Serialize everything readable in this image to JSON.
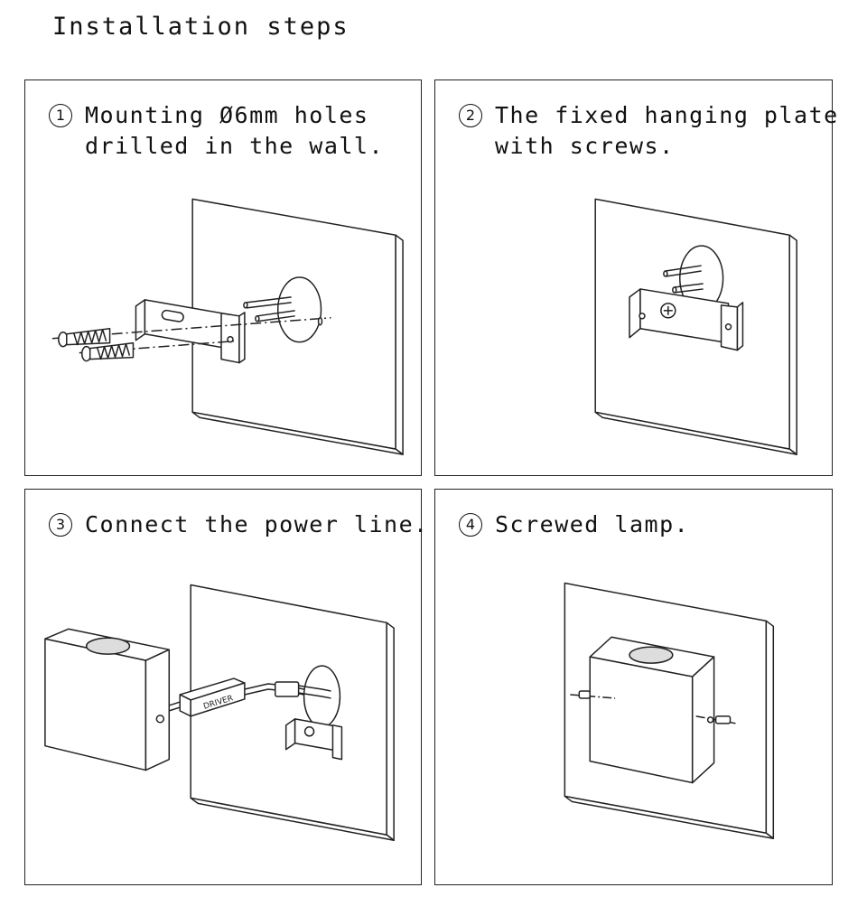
{
  "title": "Installation steps",
  "steps": [
    {
      "number": "1",
      "text": "Mounting Ø6mm holes\ndrilled in the wall."
    },
    {
      "number": "2",
      "text": "The fixed hanging plate\nwith screws."
    },
    {
      "number": "3",
      "text": "Connect the power line."
    },
    {
      "number": "4",
      "text": "Screwed lamp."
    }
  ],
  "driver_label": "DRIVER"
}
